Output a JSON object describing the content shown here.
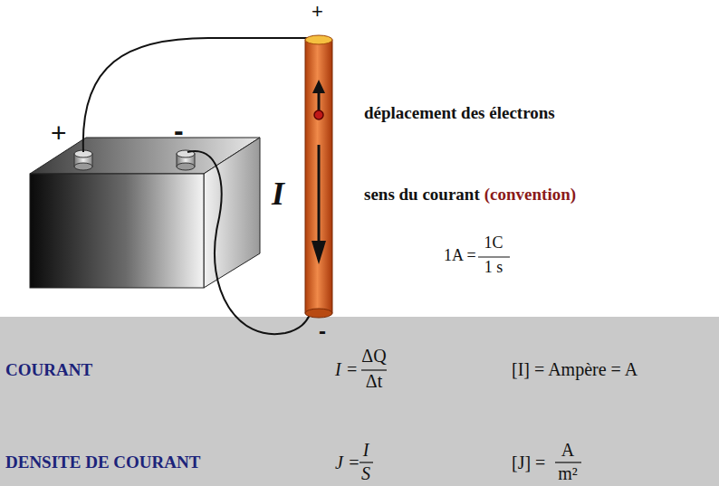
{
  "diagram": {
    "nodes": [
      {
        "text": [
          "COURANT",
          "I =",
          "ΔQ",
          "Δt",
          "[I] = Ampère = A",
          "DENSITE DE COURANT",
          "J =",
          "I",
          "S",
          "[J] =",
          "A",
          "m²"
        ]
      }
    ],
    "labels": [
      "+",
      "-",
      "+",
      "-",
      "I",
      "déplacement des électrons",
      "sens du courant",
      "(convention)",
      "1A =",
      "1C",
      "1 s"
    ]
  }
}
